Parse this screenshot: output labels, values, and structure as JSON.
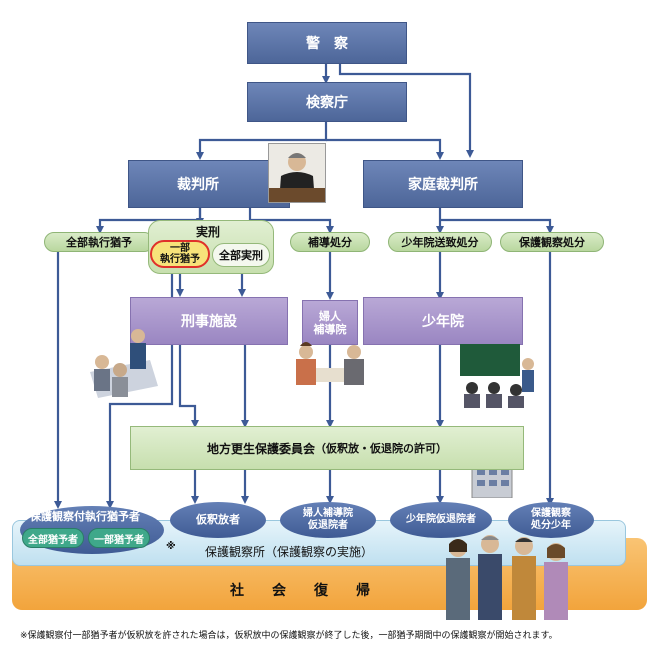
{
  "nodes": {
    "police": "警　察",
    "prosecutor": "検察庁",
    "court": "裁判所",
    "family_court": "家庭裁判所",
    "full_suspension": "全部執行猶予",
    "imprisonment": "実刑",
    "partial_suspension": "一部\n執行猶予",
    "full_imprisonment": "全部実刑",
    "guidance": "補導処分",
    "juvenile_training": "少年院送致処分",
    "probation_disposition": "保護観察処分",
    "penal_institution": "刑事施設",
    "women_guidance": "婦人\n補導院",
    "juvenile_school": "少年院",
    "parole_board": "地方更生保護委員会",
    "parole_board_note": "（仮釈放・仮退院の許可）",
    "suspended_probationers": "保護観察付執行猶予者",
    "full_suspended": "全部猶予者",
    "partial_suspended": "一部猶予者",
    "parolee": "仮釈放者",
    "women_parolee": "婦人補導院\n仮退院者",
    "juvenile_parolee": "少年院仮退院者",
    "juvenile_probation": "保護観察\n処分少年",
    "probation_office": "保護観察所",
    "probation_office_note": "（保護観察の実施）",
    "reintegration": "社　　会　　復　　帰",
    "asterisk": "※"
  },
  "footnote": "※保護観察付一部猶予者が仮釈放を許された場合は，仮釈放中の保護観察が終了した後，一部猶予期間中の保護観察が開始されます。",
  "colors": {
    "blue": "#4d6699",
    "purple": "#9a86c2",
    "green": "#b9d79f",
    "orange": "#f5a845",
    "light_blue": "#cfe8f4",
    "arrow": "#3d5a96"
  }
}
